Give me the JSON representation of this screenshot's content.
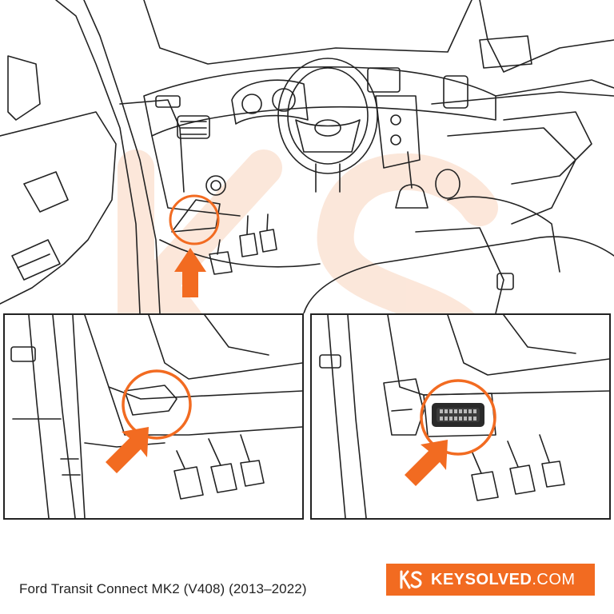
{
  "caption": "Ford Transit Connect MK2 (V408) (2013–2022)",
  "brand": {
    "name": "KEYSOLVED",
    "tld": ".COM",
    "logo_text": "KS"
  },
  "colors": {
    "accent": "#f26b21",
    "line": "#222222",
    "watermark": "#f9d8c4"
  },
  "icons": {
    "pointer": "arrow-icon",
    "highlight": "circle-highlight-icon",
    "connector": "obd-port-icon"
  }
}
